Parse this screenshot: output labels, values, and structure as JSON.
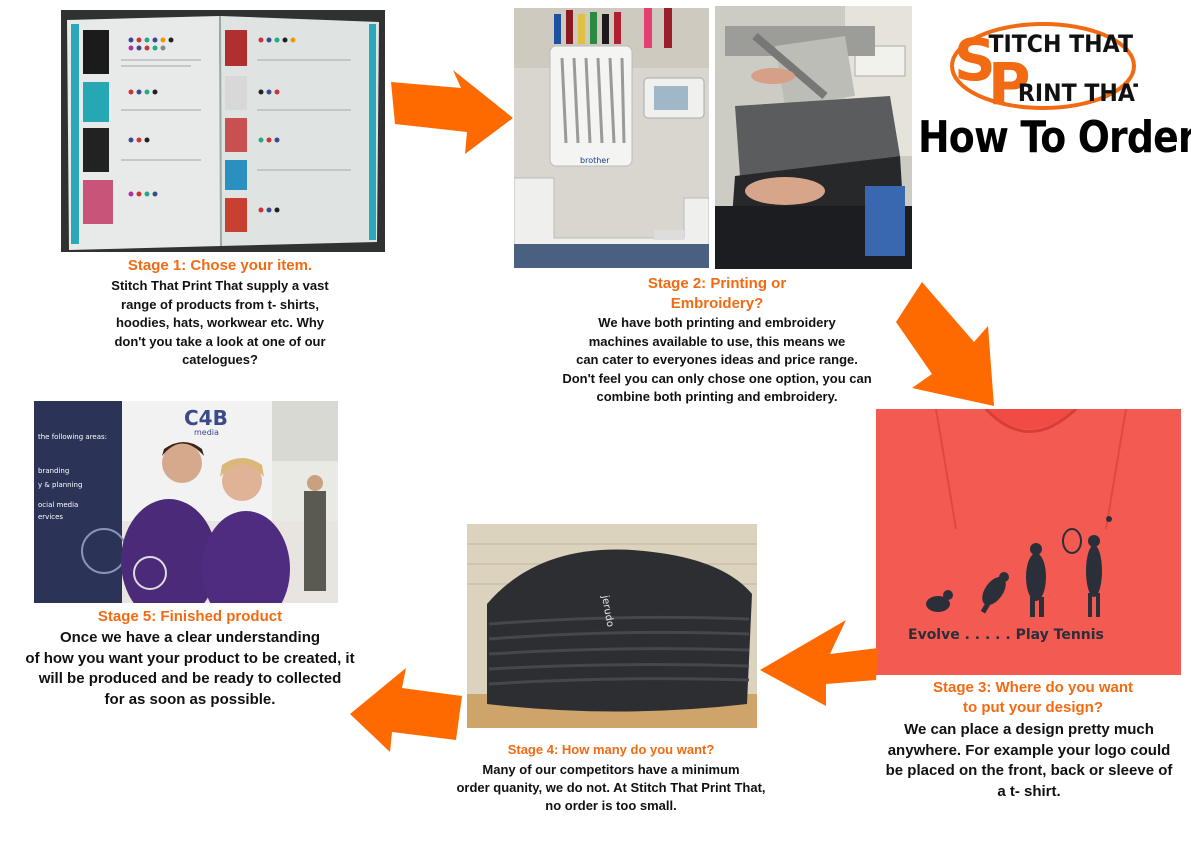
{
  "header": {
    "logo_line1": "TITCH THAT",
    "logo_line2": "RINT THAT",
    "logo_letter_s": "S",
    "logo_letter_p": "P",
    "title": "How To Order"
  },
  "stages": {
    "s1": {
      "title": "Stage 1: Chose your item.",
      "lines": [
        "Stitch That Print That supply a vast",
        "range of products from t- shirts,",
        "hoodies, hats, workwear etc. Why",
        "don't you take a look at one of our",
        "catelogues?"
      ]
    },
    "s2": {
      "title_lines": [
        "Stage 2: Printing or",
        "Embroidery?"
      ],
      "lines": [
        "We have both printing and embroidery",
        "machines available to use, this means we",
        "can cater to everyones ideas and price range.",
        "Don't feel you can only chose one option, you can",
        "combine both printing and embroidery."
      ]
    },
    "s3": {
      "title_lines": [
        "Stage 3: Where do you want",
        "to put your design?"
      ],
      "lines": [
        "We can place a design pretty much",
        "anywhere. For example your logo could",
        "be placed on the front, back or sleeve of",
        "a t- shirt."
      ]
    },
    "s4": {
      "title": "Stage 4: How many do you want?",
      "lines": [
        "Many of our competitors have a minimum",
        "order quanity, we do not. At Stitch That Print That,",
        "no order is too small."
      ]
    },
    "s5": {
      "title": "Stage 5: Finished product",
      "lines": [
        "Once we have a clear understanding",
        "of how you want your product to be created, it",
        "will be produced and be ready to collected",
        "for as soon as possible."
      ]
    }
  },
  "photos": {
    "tshirt_print_text": "Evolve . . . . . Play Tennis",
    "jumper_brand": "jerudo",
    "banner_brand": "C4B",
    "banner_sub": "media",
    "banner_lines": [
      "the following areas:",
      "branding",
      "y & planning",
      "ocial media",
      "ervices"
    ],
    "machine_brand": "brother"
  },
  "colors": {
    "accent_orange": "#f26a12",
    "arrow_orange": "#ff6a00",
    "tshirt_red": "#f2514a",
    "hoodie_purple": "#4b2a7a"
  }
}
